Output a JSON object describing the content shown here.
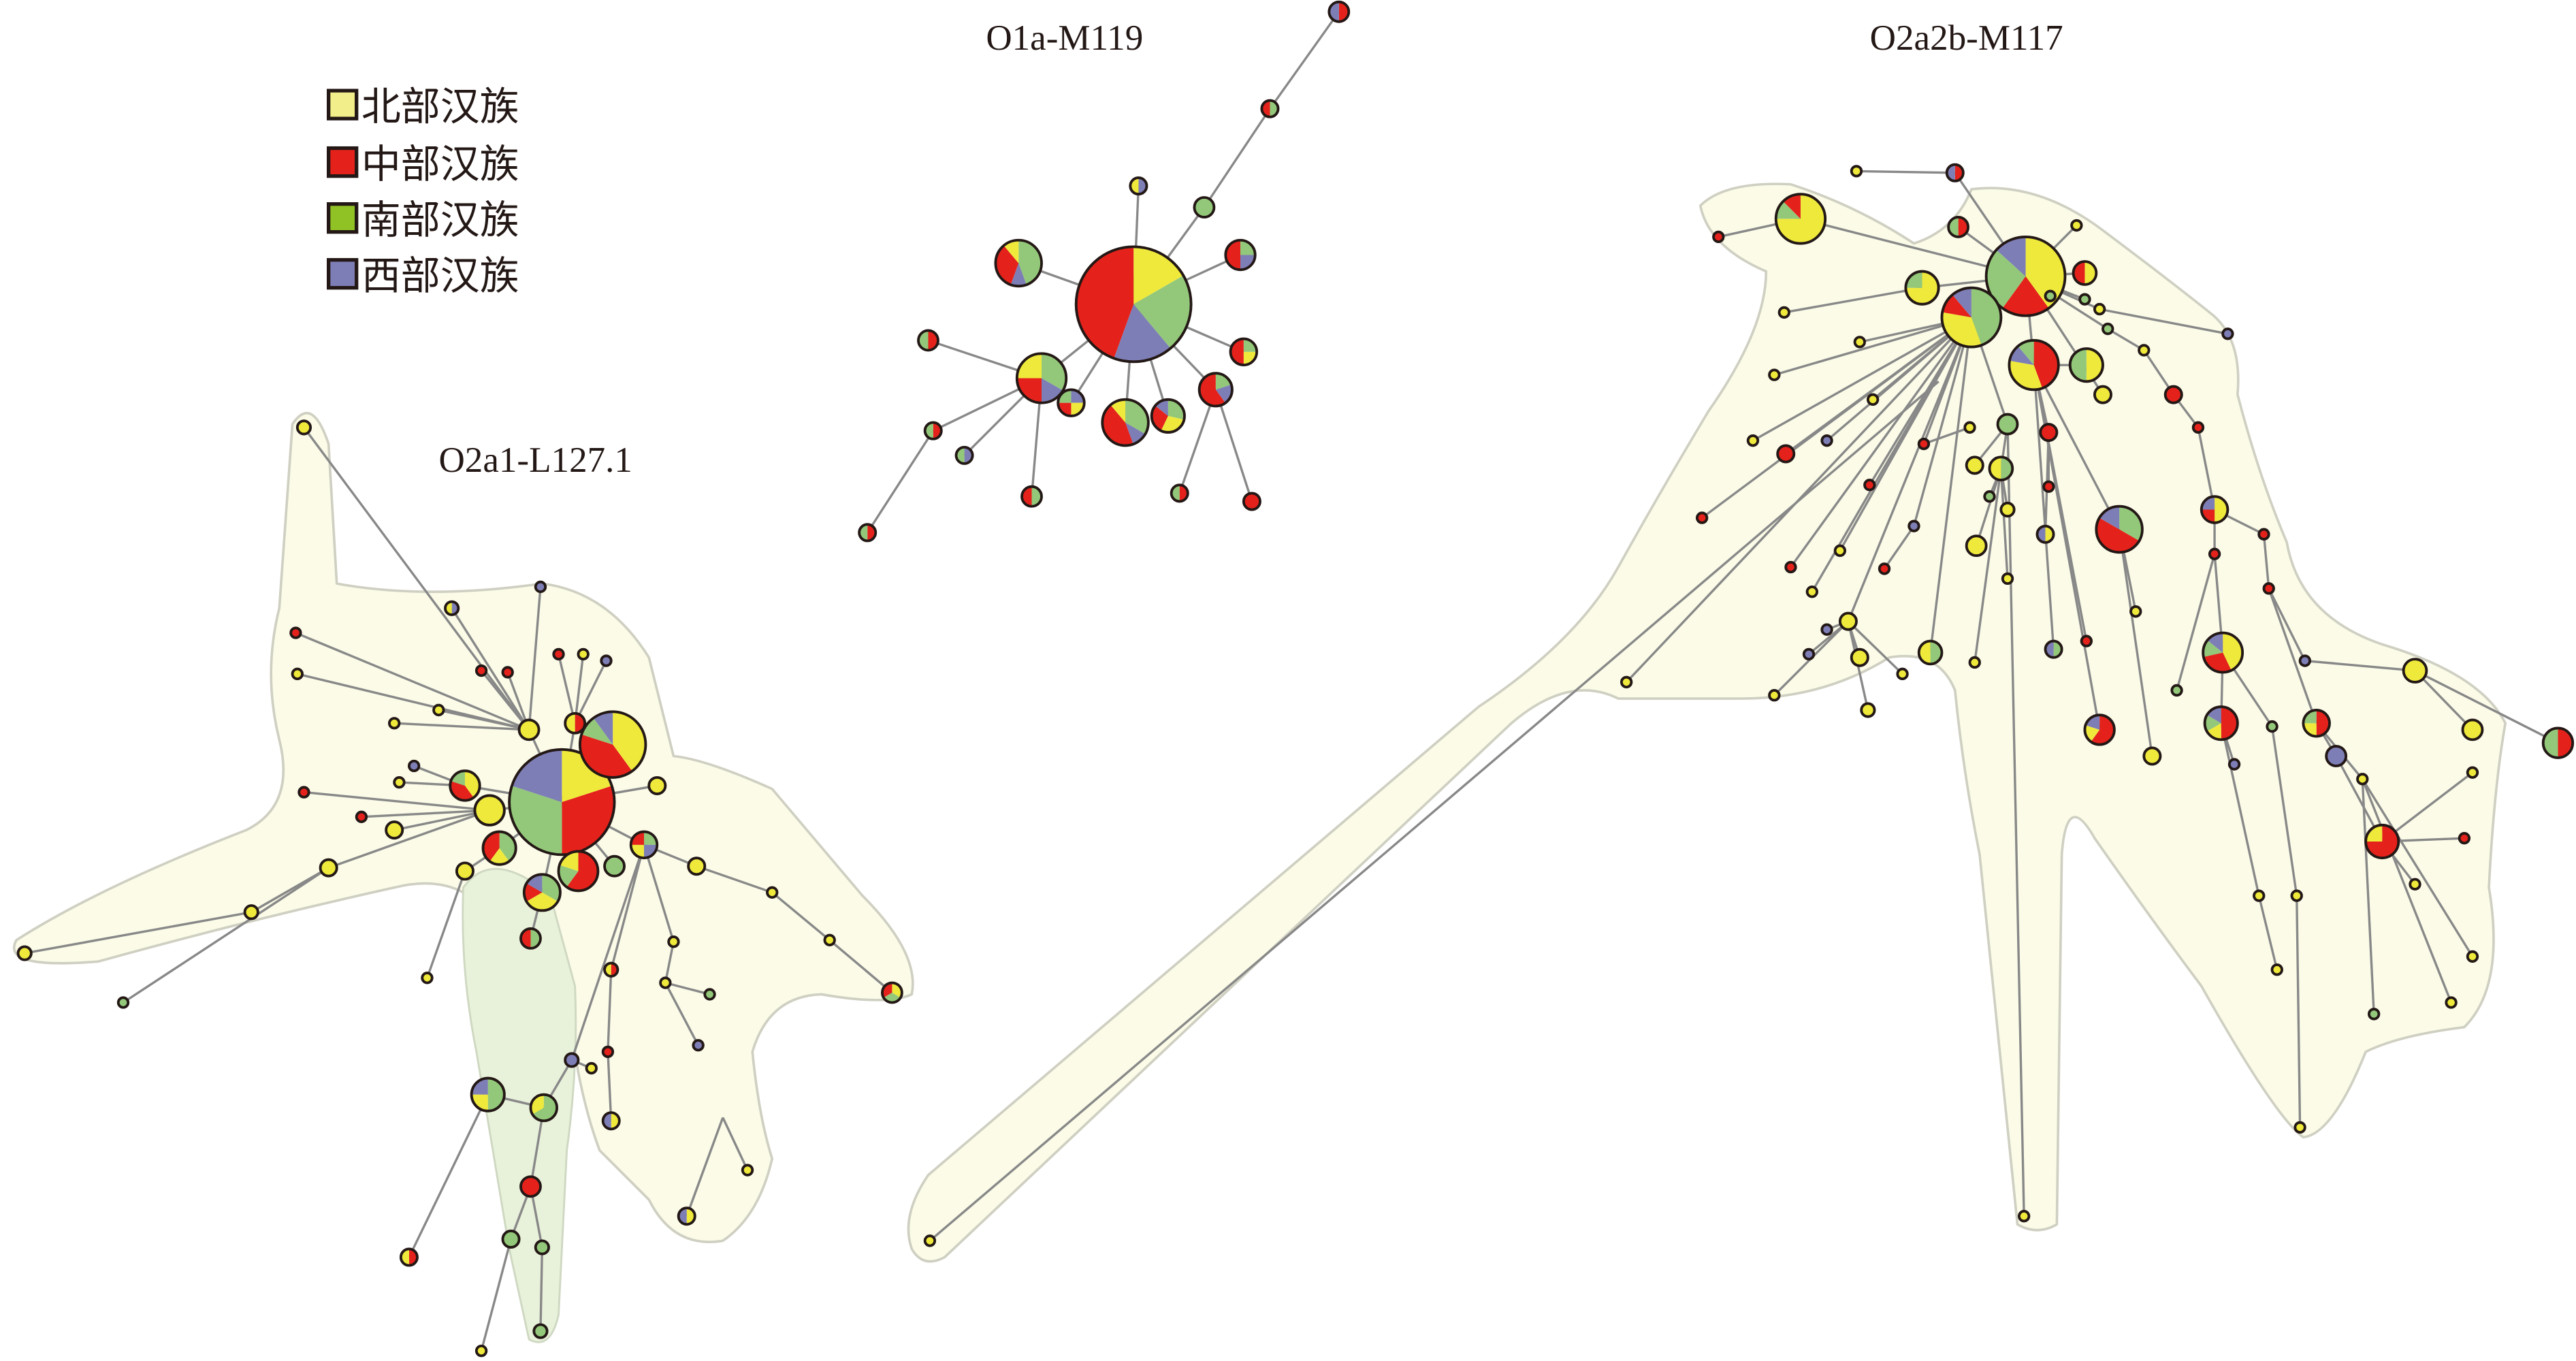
{
  "legend": {
    "items": [
      {
        "label": "北部汉族",
        "key": "y",
        "color": "#f2ef8a"
      },
      {
        "label": "中部汉族",
        "key": "r",
        "color": "#e4221b"
      },
      {
        "label": "南部汉族",
        "key": "g",
        "color": "#90c226"
      },
      {
        "label": "西部汉族",
        "key": "p",
        "color": "#7e7eb6"
      }
    ]
  },
  "pie_colors": {
    "y": "#efe93c",
    "r": "#e4221b",
    "g": "#93c87a",
    "p": "#7e7eb6"
  },
  "networks": [
    {
      "title": "O1a-M119"
    },
    {
      "title": "O2a1-L127.1"
    },
    {
      "title": "O2a2b-M117"
    }
  ]
}
